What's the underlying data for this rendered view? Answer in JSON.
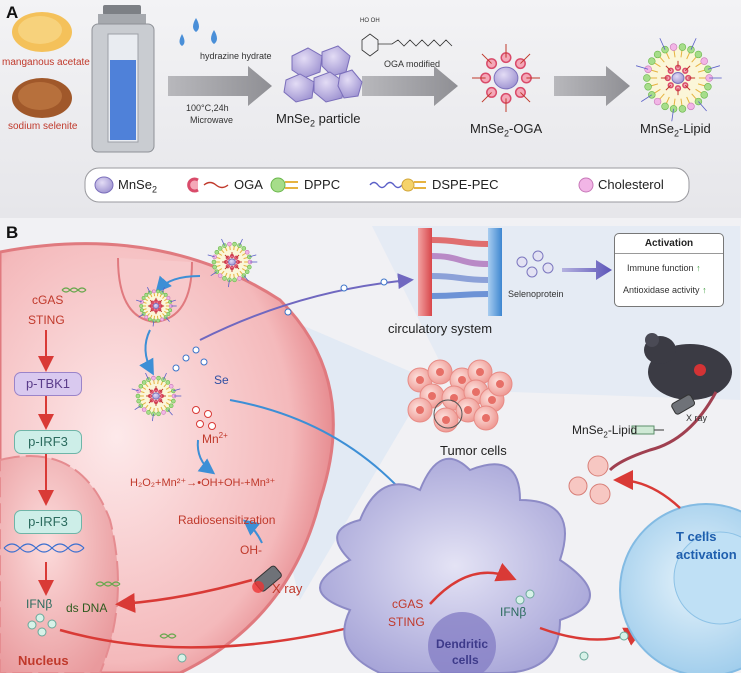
{
  "panel_a": {
    "letter": "A",
    "precursors": [
      "manganous acetate",
      "sodium selenite"
    ],
    "reagent": "hydrazine hydrate",
    "conditions": [
      "100°C,24h",
      "Microwave"
    ],
    "particle_label": "MnSe",
    "particle_sub": "2",
    "particle_suffix": " particle",
    "modification": "OGA modified",
    "oga_label": "MnSe",
    "oga_sub": "2",
    "oga_suffix": "-OGA",
    "lipid_label": "MnSe",
    "lipid_sub": "2",
    "lipid_suffix": "-Lipid",
    "legend": {
      "mnse2": "MnSe",
      "mnse2_sub": "2",
      "oga": "OGA",
      "dppc": "DPPC",
      "dspe": "DSPE-PEC",
      "cholesterol": "Cholesterol"
    }
  },
  "panel_b": {
    "letter": "B",
    "cgas": "cGAS",
    "sting": "STING",
    "ptbk1": "p-TBK1",
    "pirf3_top": "p-IRF3",
    "pirf3_nuc": "p-IRF3",
    "ifnb_left": "IFNβ",
    "nucleus": "Nucleus",
    "dsdna": "ds DNA",
    "se": "Se",
    "mn": "Mn",
    "mn_sup": "2+",
    "reaction": "H₂O₂+Mn²⁺→•OH+OH-+Mn³⁺",
    "radiosens": "Radiosensitization",
    "oh": "OH-",
    "xray_left": "X ray",
    "circulatory": "circulatory system",
    "selenoprotein": "Selenoprotein",
    "activation_title": "Activation",
    "immune": "Immune function",
    "antiox": "Antioxidase activity",
    "arrow_up": "↑",
    "tumor": "Tumor cells",
    "mouse_label": "MnSe",
    "mouse_sub": "2",
    "mouse_suffix": "-Lipid",
    "xray_right": "X ray",
    "dc_cgas": "cGAS",
    "dc_sting": "STING",
    "dc_ifnb": "IFNβ",
    "dendritic": "Dendritic",
    "dendritic2": "cells",
    "tcells": "T cells",
    "tcells2": "activation"
  },
  "colors": {
    "panel_bg": "#eeeef0",
    "cell_red": "#e8868a",
    "arrow_blue": "#3d8fd6",
    "arrow_red": "#d93a36",
    "dc_purple": "#9c9ad0",
    "tcell_blue": "#a9d2ee"
  }
}
